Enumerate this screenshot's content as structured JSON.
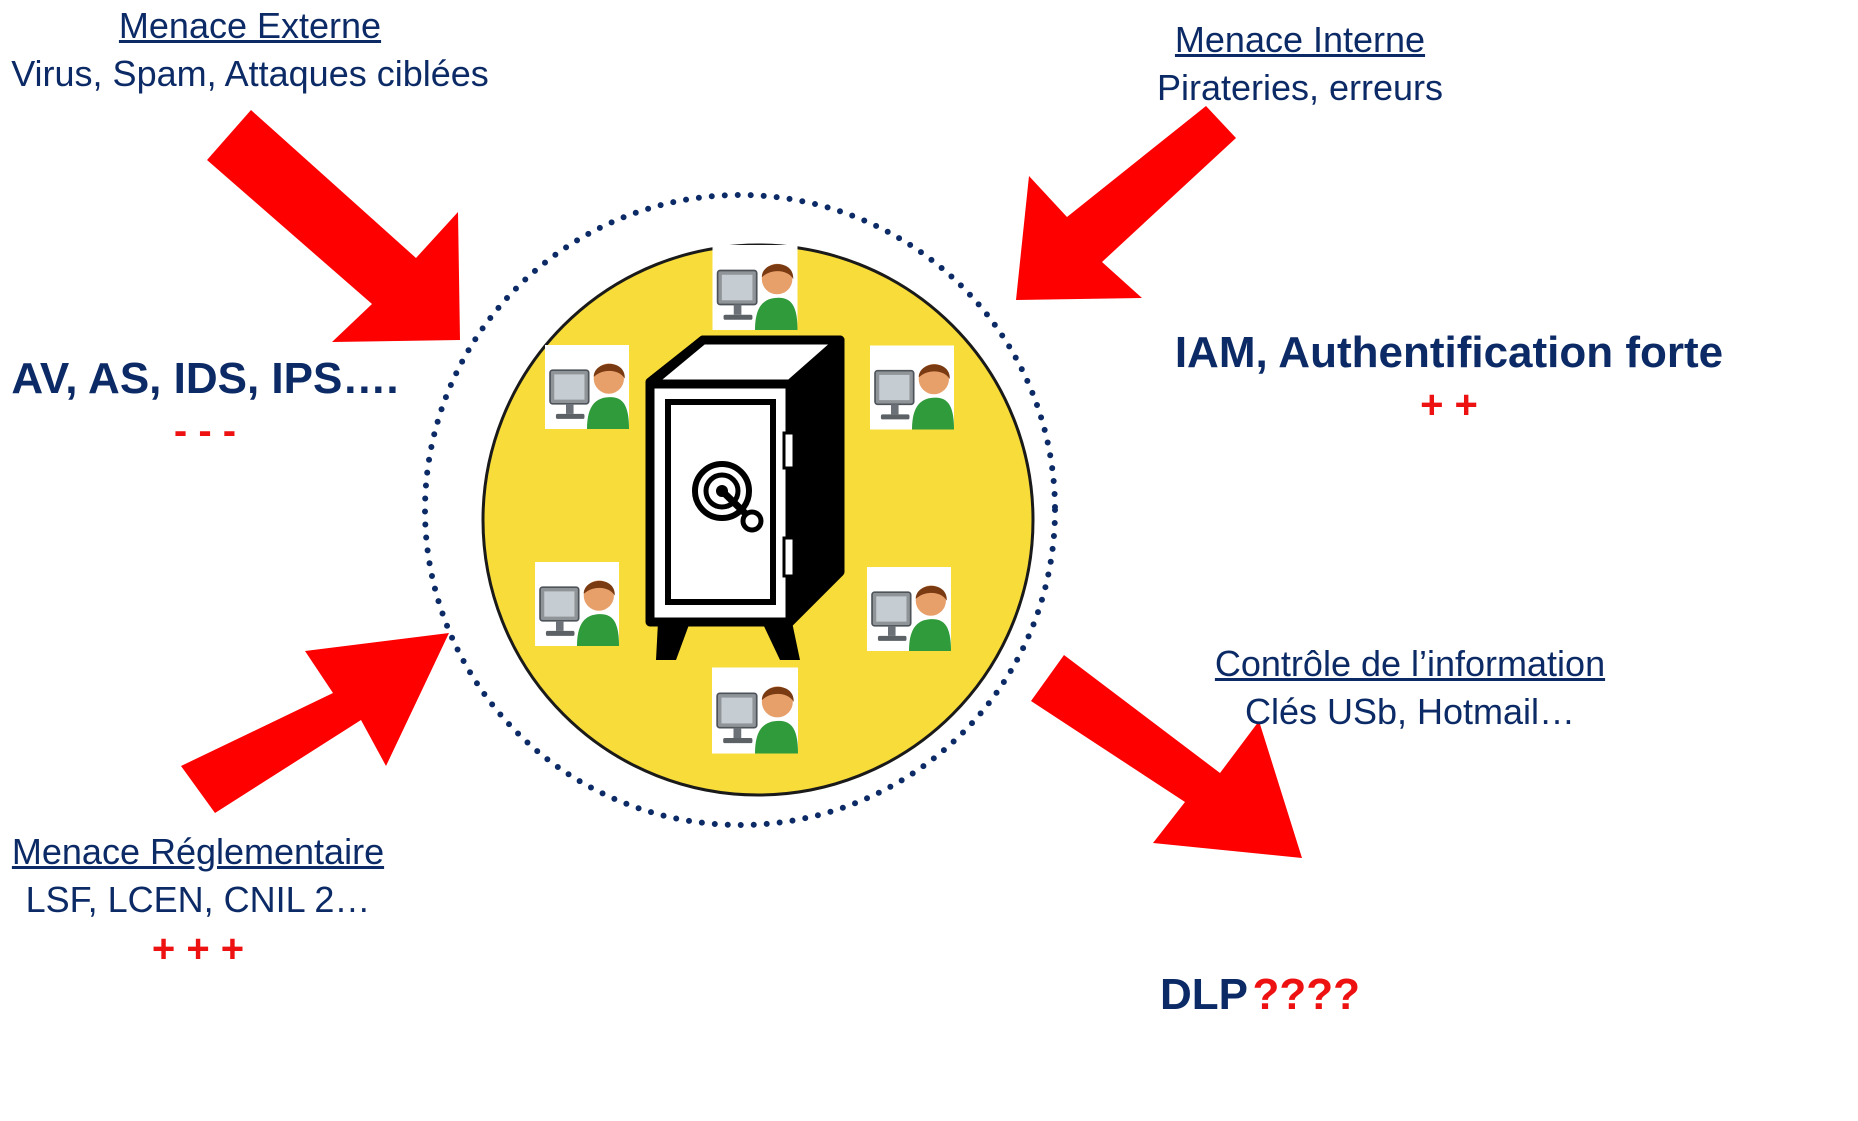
{
  "external": {
    "heading": "Menace Externe",
    "subtitle": "Virus, Spam, Attaques ciblées",
    "tools": "AV, AS, IDS, IPS….",
    "rating": "- - -"
  },
  "internal": {
    "heading": "Menace Interne",
    "subtitle": "Pirateries, erreurs",
    "tools": "IAM, Authentification forte",
    "rating": "+ +"
  },
  "regulatory": {
    "heading": "Menace Réglementaire",
    "subtitle": "LSF, LCEN, CNIL 2…",
    "rating": "+ + +"
  },
  "information_control": {
    "heading": "Contrôle de l’information",
    "subtitle": "Clés USb, Hotmail…",
    "tools": "DLP",
    "rating": "????"
  },
  "colors": {
    "text": "#0b2a66",
    "accent_red": "#ee1111",
    "arrow": "#ff0000",
    "circle_fill": "#f7dc3a",
    "dotted_ring": "#0b2a66"
  },
  "icons": [
    "safe-icon",
    "user-computer-icon"
  ]
}
